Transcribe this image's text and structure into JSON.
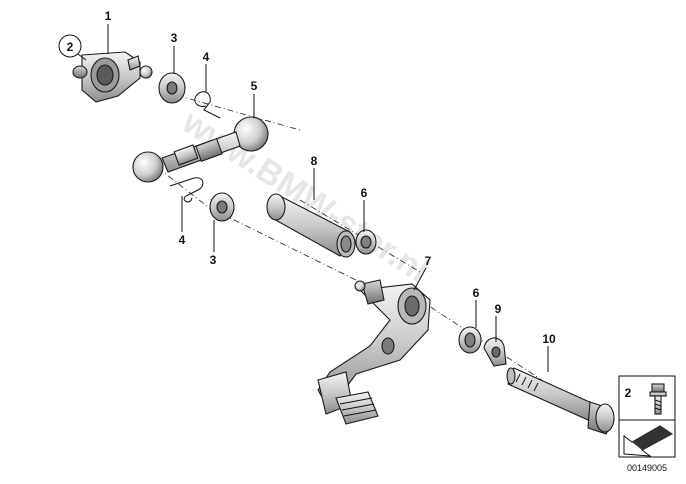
{
  "watermark": "www.BMW-stor.nl",
  "callouts": {
    "c1": "1",
    "c2": "2",
    "c3a": "3",
    "c3b": "3",
    "c4a": "4",
    "c4b": "4",
    "c5": "5",
    "c6a": "6",
    "c6b": "6",
    "c7": "7",
    "c8": "8",
    "c9": "9",
    "c10": "10"
  },
  "legend": {
    "number": "2"
  },
  "diagram_code": "00149005"
}
